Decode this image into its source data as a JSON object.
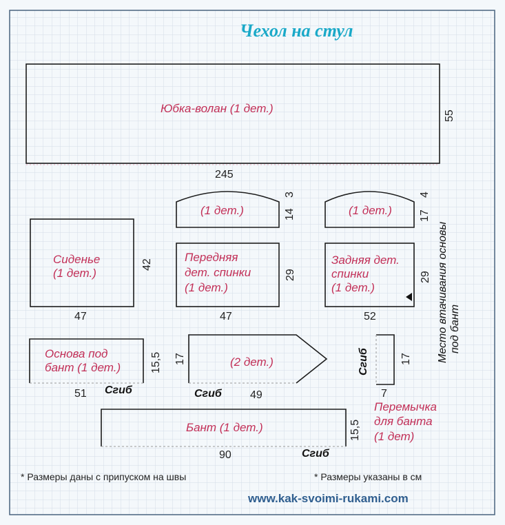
{
  "title": "Чехол на стул",
  "parts": {
    "skirt": "Юбка-волан (1 дет.)",
    "arc_front": "(1 дет.)",
    "arc_back": "(1 дет.)",
    "seat_1": "Сиденье",
    "seat_2": "(1 дет.)",
    "front_1": "Передняя",
    "front_2": "дет. спинки",
    "front_3": "(1 дет.)",
    "back_1": "Задняя дет.",
    "back_2": "спинки",
    "back_3": "(1 дет.)",
    "base_1": "Основа под",
    "base_2": "бант (1 дет.)",
    "pointed": "(2 дет.)",
    "bow": "Бант (1 дет.)",
    "jumper_1": "Перемычка",
    "jumper_2": "для банта",
    "jumper_3": "(1 дет)"
  },
  "dims": {
    "skirt_w": "245",
    "skirt_h": "55",
    "arc_front_h1": "3",
    "arc_front_h2": "14",
    "arc_back_h1": "4",
    "arc_back_h2": "17",
    "seat_w": "47",
    "seat_h": "42",
    "front_w": "47",
    "front_h": "29",
    "back_w": "52",
    "back_h": "29",
    "base_w": "51",
    "base_h": "15,5",
    "pointed_w": "49",
    "pointed_h": "17",
    "jumper_w": "7",
    "jumper_h": "17",
    "bow_w": "90",
    "bow_h": "15,5"
  },
  "fold_label": "Сгиб",
  "side_note_1": "Место втачивания основы",
  "side_note_2": "под бант",
  "footnote_left": "* Размеры даны с припуском на швы",
  "footnote_right": "* Размеры указаны в см",
  "website": "www.kak-svoimi-rukami.com"
}
